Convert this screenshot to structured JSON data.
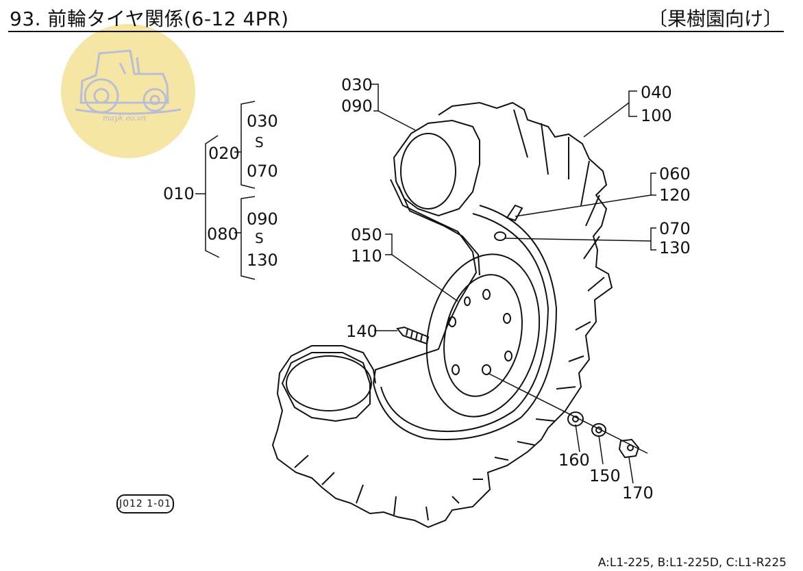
{
  "header": {
    "title": "93. 前輪タイヤ関係(6-12 4PR)",
    "title_right": "〔果樹園向け〕"
  },
  "watermark": {
    "text": "mayk eo.vn",
    "color": "#f6e6a6",
    "icon": "tractor-icon"
  },
  "tree": {
    "root": "010",
    "group1": {
      "code": "020",
      "from": "030",
      "sep": "S",
      "to": "070"
    },
    "group2": {
      "code": "080",
      "from": "090",
      "sep": "S",
      "to": "130"
    }
  },
  "callouts": {
    "c030": "030",
    "c090": "090",
    "c040": "040",
    "c100": "100",
    "c060": "060",
    "c120": "120",
    "c070": "070",
    "c130": "130",
    "c050": "050",
    "c110": "110",
    "c140": "140",
    "c160": "160",
    "c150": "150",
    "c170": "170"
  },
  "diagram_code": "J012 1-01",
  "footer": "A:L1-225, B:L1-225D, C:L1-R225"
}
